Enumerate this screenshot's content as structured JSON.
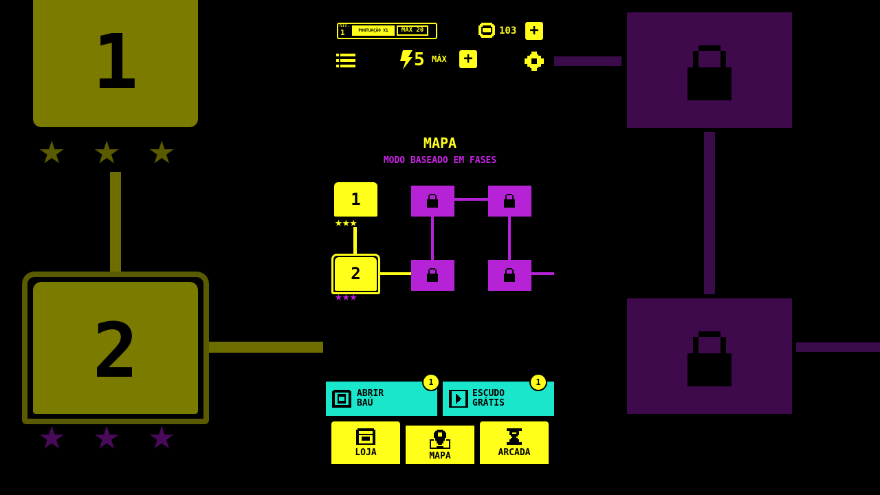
{
  "hud": {
    "level_tag": "NIV.",
    "level": "1",
    "score_label": "PONTUAÇÃO X1",
    "max_label": "MAX 20",
    "coins": "103",
    "energy": "5",
    "energy_max": "MÁX"
  },
  "screen": {
    "title": "MAPA",
    "subtitle": "MODO BASEADO EM FASES"
  },
  "map": {
    "nodes": [
      {
        "label": "1",
        "stars": "★★★",
        "state": "completed"
      },
      {
        "label": "2",
        "stars": "★★★",
        "state": "current"
      }
    ],
    "locked_count": 4
  },
  "actions": [
    {
      "line1": "ABRIR",
      "line2": "BAÚ",
      "badge": "1",
      "icon": "chest-icon"
    },
    {
      "line1": "ESCUDO",
      "line2": "GRÁTIS",
      "badge": "1",
      "icon": "video-icon"
    }
  ],
  "nav": [
    {
      "label": "LOJA",
      "icon": "shop-icon"
    },
    {
      "label": "MAPA",
      "icon": "map-pin-icon"
    },
    {
      "label": "ARCADA",
      "icon": "arcade-icon"
    }
  ],
  "colors": {
    "yellow": "#ffff1a",
    "purple": "#b622d6",
    "teal": "#1ae6cc",
    "dim_yellow": "#7b7b00",
    "dim_purple": "#3e0a4c"
  },
  "background": {
    "node_1": "1",
    "node_2": "2"
  }
}
